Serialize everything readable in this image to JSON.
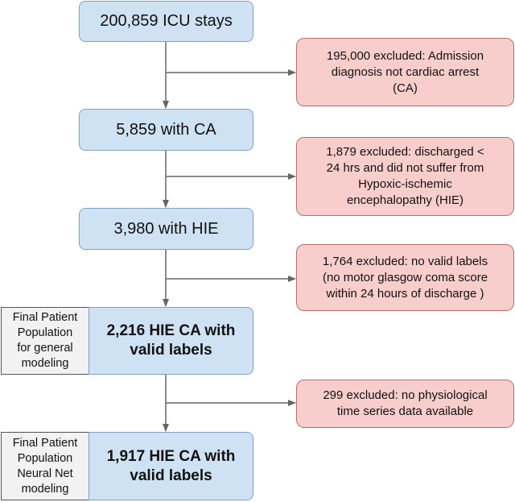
{
  "flow": {
    "icu_stays": "200,859 ICU stays",
    "with_ca": "5,859 with CA",
    "with_hie": "3,980 with HIE"
  },
  "exclusions": {
    "admission": "195,000 excluded: Admission\ndiagnosis not cardiac arrest\n(CA)",
    "discharged": "1,879 excluded: discharged <\n24 hrs and did not suffer from\nHypoxic-ischemic\nencephalopathy (HIE)",
    "no_labels": "1,764 excluded: no valid labels\n(no motor glasgow coma score\nwithin 24 hours of discharge )",
    "no_timeseries": "299 excluded: no physiological\ntime series data available"
  },
  "populations": {
    "general": {
      "label": "Final Patient\nPopulation\nfor general\nmodeling",
      "value": "2,216 HIE CA with\nvalid labels"
    },
    "neural_net": {
      "label": "Final Patient\nPopulation\nNeural Net\nmodeling",
      "value": "1,917 HIE CA with\nvalid labels"
    }
  },
  "colors": {
    "main_fill": "#cfe2f3",
    "exclusion_fill": "#f8cecc",
    "label_fill": "#f2f2f2",
    "connector": "#666666"
  }
}
